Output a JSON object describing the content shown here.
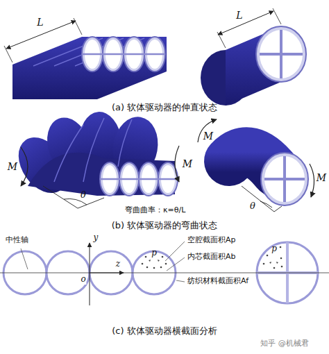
{
  "diagram": {
    "labels": [
      "L",
      "L",
      "(a) 软体驱动器的伸直状态",
      "M",
      "M",
      "θ",
      "M",
      "M",
      "θ",
      "弯曲曲率：κ=θ/L",
      "(b) 软体驱动器的弯曲状态",
      "中性轴",
      "y",
      "o",
      "z",
      "p",
      "p",
      "空腔截面积Ap",
      "内芯截面积Ab",
      "纺织材料截面积Af",
      "(c) 软体驱动器横截面分析",
      "知乎 @机械君"
    ]
  }
}
